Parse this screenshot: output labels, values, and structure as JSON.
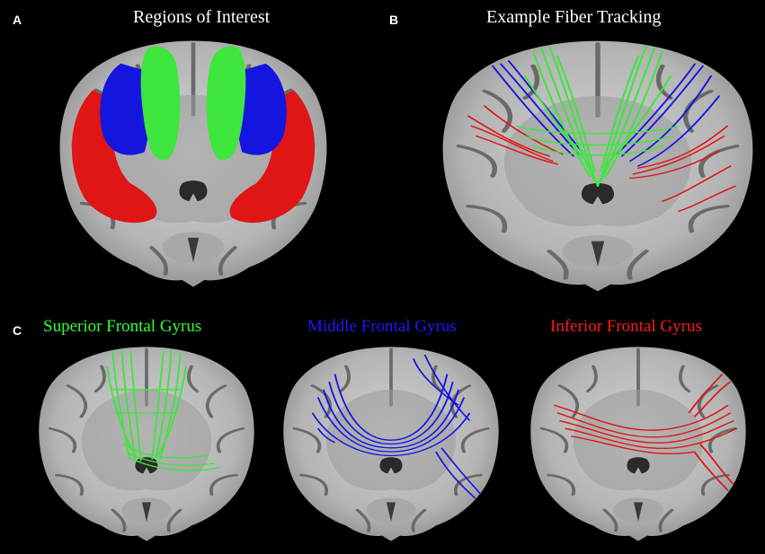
{
  "panels": {
    "a": {
      "letter": "A",
      "title": "Regions of Interest"
    },
    "b": {
      "letter": "B",
      "title": "Example Fiber Tracking"
    },
    "c": {
      "letter": "C",
      "captions": [
        {
          "text": "Superior Frontal Gyrus",
          "color": "#33ff33"
        },
        {
          "text": "Middle Frontal Gyrus",
          "color": "#1a1aff"
        },
        {
          "text": "Inferior Frontal Gyrus",
          "color": "#ff1a1a"
        }
      ]
    }
  },
  "colors": {
    "superior": "#3ee63e",
    "middle": "#1515e0",
    "inferior": "#e01515",
    "brain_light": "#b9b9b9",
    "brain_dark": "#6e6e6e",
    "background": "#000000"
  }
}
